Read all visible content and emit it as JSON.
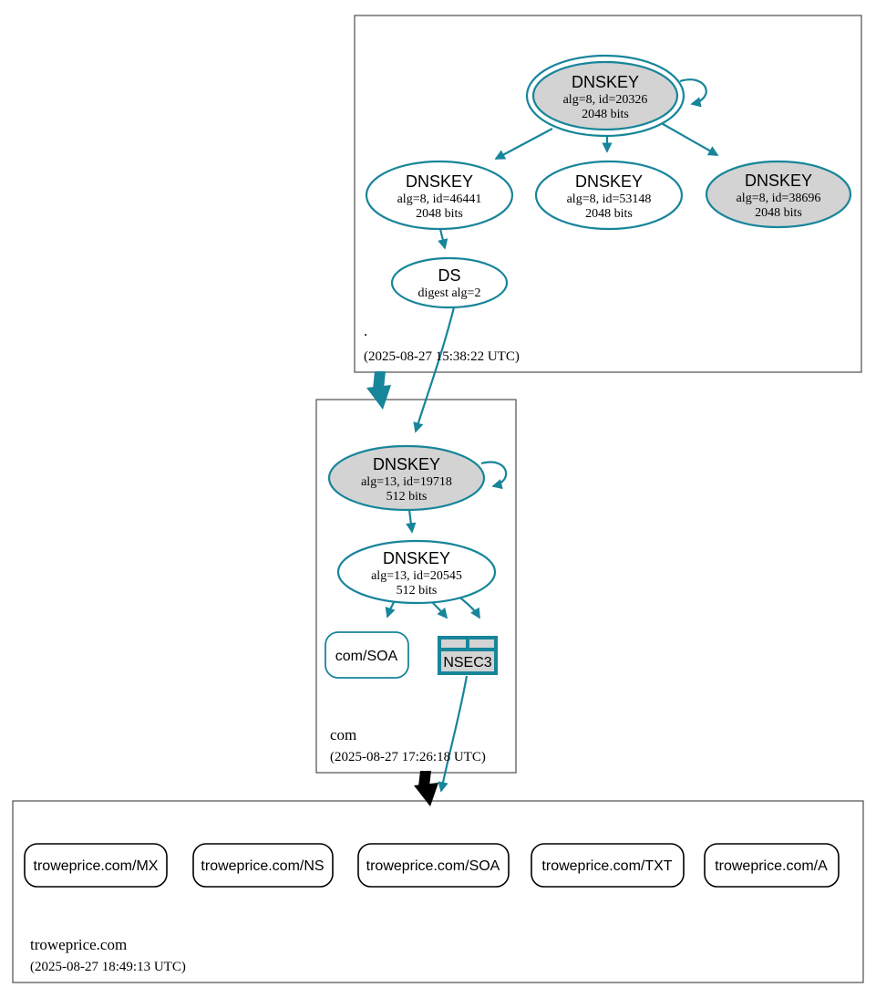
{
  "graph": {
    "colors": {
      "teal": "#17859a",
      "node_fill_gray": "#d3d3d3",
      "black": "#000000",
      "cluster_border": "#4d4d4d"
    },
    "zones": {
      "root": {
        "label": ".",
        "timestamp": "(2025-08-27 15:38:22 UTC)",
        "ksk": {
          "type": "DNSKEY",
          "detail": "alg=8, id=20326",
          "bits": "2048 bits"
        },
        "zsk_46441": {
          "type": "DNSKEY",
          "detail": "alg=8, id=46441",
          "bits": "2048 bits"
        },
        "zsk_53148": {
          "type": "DNSKEY",
          "detail": "alg=8, id=53148",
          "bits": "2048 bits"
        },
        "key_38696": {
          "type": "DNSKEY",
          "detail": "alg=8, id=38696",
          "bits": "2048 bits"
        },
        "ds": {
          "type": "DS",
          "detail": "digest alg=2"
        }
      },
      "com": {
        "label": "com",
        "timestamp": "(2025-08-27 17:26:18 UTC)",
        "ksk": {
          "type": "DNSKEY",
          "detail": "alg=13, id=19718",
          "bits": "512 bits"
        },
        "zsk": {
          "type": "DNSKEY",
          "detail": "alg=13, id=20545",
          "bits": "512 bits"
        },
        "soa": {
          "label": "com/SOA"
        },
        "nsec3": {
          "label": "NSEC3"
        }
      },
      "troweprice": {
        "label": "troweprice.com",
        "timestamp": "(2025-08-27 18:49:13 UTC)",
        "rrsets": [
          {
            "label": "troweprice.com/MX"
          },
          {
            "label": "troweprice.com/NS"
          },
          {
            "label": "troweprice.com/SOA"
          },
          {
            "label": "troweprice.com/TXT"
          },
          {
            "label": "troweprice.com/A"
          }
        ]
      }
    }
  }
}
